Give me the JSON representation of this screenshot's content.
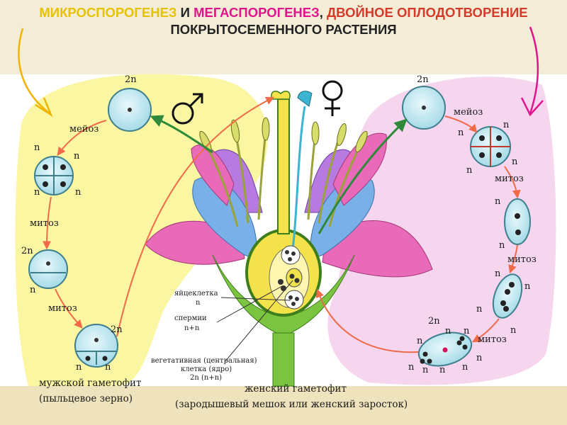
{
  "title": {
    "part1": "МИКРОСПОРОГЕНЕЗ",
    "part2": " И ",
    "part3": "МЕГАСПОРОГЕНЕЗ",
    "part4": ", ",
    "part5": "ДВОЙНОЕ ОПЛОДОТВОРЕНИЕ",
    "part6": " ПОКРЫТОСЕМЕННОГО РАСТЕНИЯ"
  },
  "male": {
    "labels": {
      "two_n_top": "2n",
      "meiosis": "мейоз",
      "tetrad_n1": "n",
      "tetrad_n2": "n",
      "tetrad_n3": "n",
      "tetrad_n4": "n",
      "mitosis1": "митоз",
      "two_n_mid": "2n",
      "n_mid": "n",
      "mitosis2": "митоз",
      "two_n_bot": "2n",
      "n_bot1": "n",
      "n_bot2": "n"
    },
    "caption_line1": "мужской гаметофит",
    "caption_line2": "(пыльцевое зерно)"
  },
  "female": {
    "labels": {
      "two_n_top": "2n",
      "meiosis": "мейоз",
      "tetrad_n1": "n",
      "tetrad_n2": "n",
      "tetrad_n3": "n",
      "tetrad_n4": "n",
      "mitosis1": "митоз",
      "n1": "n",
      "n2": "n",
      "mitosis2": "митоз",
      "n3": "n",
      "n4": "n",
      "n5": "n",
      "n6": "n",
      "two_n_sac": "2n",
      "n7": "n",
      "n8": "n",
      "mitosis3": "митоз",
      "n9": "n",
      "n10": "n",
      "n11": "n",
      "n12": "n",
      "n13": "n",
      "n14": "n"
    },
    "caption_line1": "женский гаметофит",
    "caption_line2": "(зародышевый мешок или женский заросток)"
  },
  "center": {
    "egg_label": "яйцеклетка",
    "egg_n": "n",
    "sperm_label": "спермии",
    "sperm_n": "n+n",
    "veg_label1": "вегетативная (центральная)",
    "veg_label2": "клетка (ядро)",
    "veg_label3": "2n (n+n)"
  },
  "symbols": {
    "male": "♂",
    "female": "♀"
  },
  "colors": {
    "male_region": "#fbf59c",
    "female_region": "#f6d4ee",
    "cell_fill": "#b8e6f0",
    "cell_stroke": "#3f7f8c",
    "arrow_red": "#f06a4a",
    "arrow_green": "#2e8a3a",
    "petal_pink": "#e86ab8",
    "petal_blue": "#7ab0e8",
    "stem_green": "#7bc43f",
    "ovary_yellow": "#f3e24c"
  }
}
